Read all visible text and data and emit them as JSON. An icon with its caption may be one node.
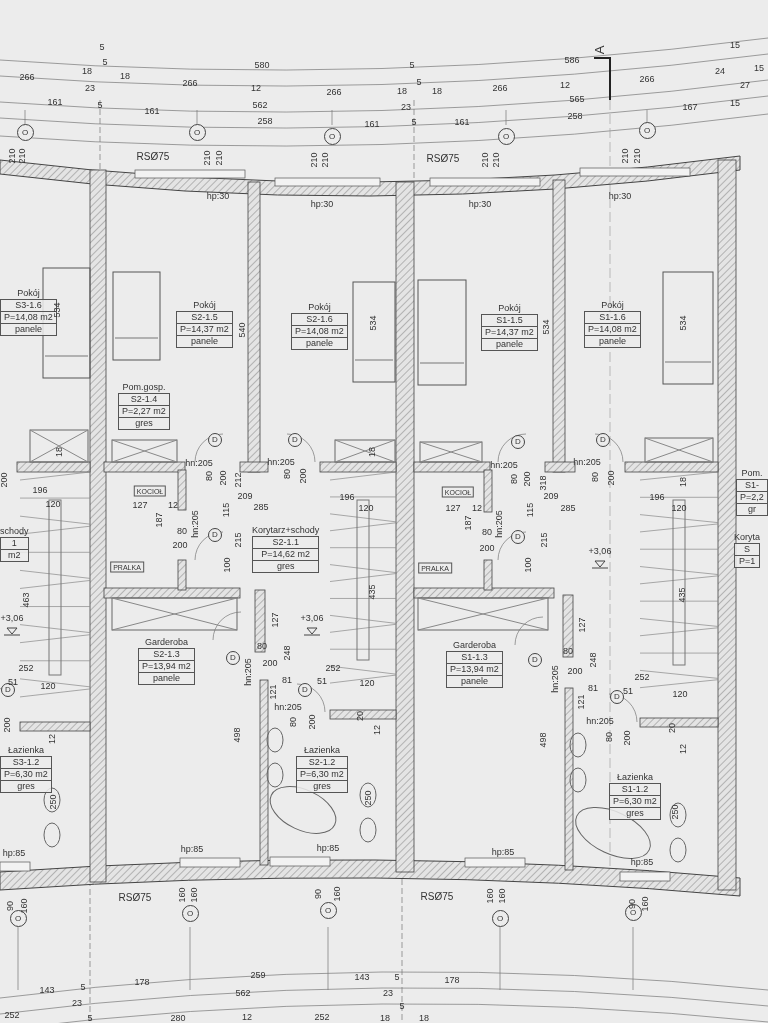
{
  "diagram": {
    "nodes": [
      {
        "text": [
          "O"
        ]
      },
      {
        "text": [
          "O"
        ]
      },
      {
        "text": [
          "O"
        ]
      },
      {
        "text": [
          "O"
        ]
      },
      {
        "text": [
          "O"
        ]
      },
      {
        "text": [
          "Pokój",
          "S3-1.6",
          "P=14,08 m2",
          "panele"
        ]
      },
      {
        "text": [
          "Pokój",
          "S2-1.5",
          "P=14,37 m2",
          "panele"
        ]
      },
      {
        "text": [
          "Pokój",
          "S2-1.6",
          "P=14,08 m2",
          "panele"
        ]
      },
      {
        "text": [
          "Pokój",
          "S1-1.5",
          "P=14,37 m2",
          "panele"
        ]
      },
      {
        "text": [
          "Pokój",
          "S1-1.6",
          "P=14,08 m2",
          "panele"
        ]
      },
      {
        "text": [
          "Pom.gosp.",
          "S2-1.4",
          "P=2,27 m2",
          "gres"
        ]
      },
      {
        "text": [
          "D"
        ]
      },
      {
        "text": [
          "D"
        ]
      },
      {
        "text": [
          "D"
        ]
      },
      {
        "text": [
          "D"
        ]
      },
      {
        "text": [
          "KOCIOŁ"
        ]
      },
      {
        "text": [
          "KOCIOŁ"
        ]
      },
      {
        "text": [
          "Pom.",
          "S1-",
          "P=2,2",
          "gr"
        ]
      },
      {
        "text": [
          "schody",
          "1",
          "m2"
        ]
      },
      {
        "text": [
          "D"
        ]
      },
      {
        "text": [
          "D"
        ]
      },
      {
        "text": [
          "Korytarz+schody",
          "S2-1.1",
          "P=14,62 m2",
          "gres"
        ]
      },
      {
        "text": [
          "Koryta",
          "S",
          "P=1"
        ]
      },
      {
        "text": [
          "PRALKA"
        ]
      },
      {
        "text": [
          "PRALKA"
        ]
      },
      {
        "text": [
          "Garderoba",
          "S2-1.3",
          "P=13,94 m2",
          "panele"
        ]
      },
      {
        "text": [
          "Garderoba",
          "S1-1.3",
          "P=13,94 m2",
          "panele"
        ]
      },
      {
        "text": [
          "D"
        ]
      },
      {
        "text": [
          "D"
        ]
      },
      {
        "text": [
          "D"
        ]
      },
      {
        "text": [
          "D"
        ]
      },
      {
        "text": [
          "D"
        ]
      },
      {
        "text": [
          "Łazienka",
          "S3-1.2",
          "P=6,30 m2",
          "gres"
        ]
      },
      {
        "text": [
          "Łazienka",
          "S2-1.2",
          "P=6,30 m2",
          "gres"
        ]
      },
      {
        "text": [
          "Łazienka",
          "S1-1.2",
          "P=6,30 m2",
          "gres"
        ]
      },
      {
        "text": [
          "O"
        ]
      },
      {
        "text": [
          "O"
        ]
      },
      {
        "text": [
          "O"
        ]
      },
      {
        "text": [
          "O"
        ]
      },
      {
        "text": [
          "O"
        ]
      }
    ],
    "labels": [
      "5",
      "5",
      "580",
      "5",
      "586",
      "A",
      "15",
      "266",
      "18",
      "18",
      "266",
      "12",
      "266",
      "18",
      "5",
      "18",
      "266",
      "12",
      "266",
      "24",
      "15",
      "23",
      "562",
      "23",
      "565",
      "27",
      "161",
      "5",
      "161",
      "258",
      "161",
      "5",
      "161",
      "258",
      "167",
      "15",
      "210",
      "210",
      "210",
      "210",
      "210",
      "210",
      "210",
      "210",
      "210",
      "210",
      "RSØ75",
      "RSØ75",
      "hp:30",
      "hp:30",
      "hp:30",
      "hp:30",
      "534",
      "540",
      "534",
      "534",
      "534",
      "18",
      "200",
      "hn:205",
      "80",
      "200",
      "212",
      "hn:205",
      "80",
      "200",
      "18",
      "hn:205",
      "80",
      "200",
      "318",
      "hn:205",
      "80",
      "200",
      "18",
      "196",
      "209",
      "196",
      "209",
      "196",
      "120",
      "127",
      "12",
      "115",
      "285",
      "120",
      "127",
      "12",
      "115",
      "285",
      "120",
      "187",
      "hn:205",
      "187",
      "hn:205",
      "80",
      "80",
      "215",
      "215",
      "200",
      "200",
      "+3,06",
      "100",
      "100",
      "463",
      "435",
      "435",
      "+3,06",
      "+3,06",
      "127",
      "127",
      "80",
      "80",
      "248",
      "248",
      "200",
      "200",
      "hn:205",
      "hn:205",
      "252",
      "252",
      "252",
      "51",
      "81",
      "51",
      "120",
      "120",
      "81",
      "51",
      "120",
      "121",
      "hn:205",
      "121",
      "200",
      "12",
      "498",
      "80",
      "200",
      "20",
      "12",
      "498",
      "hn:205",
      "80",
      "200",
      "20",
      "12",
      "250",
      "250",
      "250",
      "hp:85",
      "hp:85",
      "hp:85",
      "hp:85",
      "hp:85",
      "90",
      "160",
      "RSØ75",
      "160",
      "160",
      "90",
      "160",
      "RSØ75",
      "160",
      "160",
      "90",
      "160",
      "143",
      "5",
      "178",
      "259",
      "143",
      "5",
      "178",
      "562",
      "23",
      "23",
      "252",
      "5",
      "280",
      "12",
      "252",
      "18",
      "5",
      "18"
    ]
  }
}
